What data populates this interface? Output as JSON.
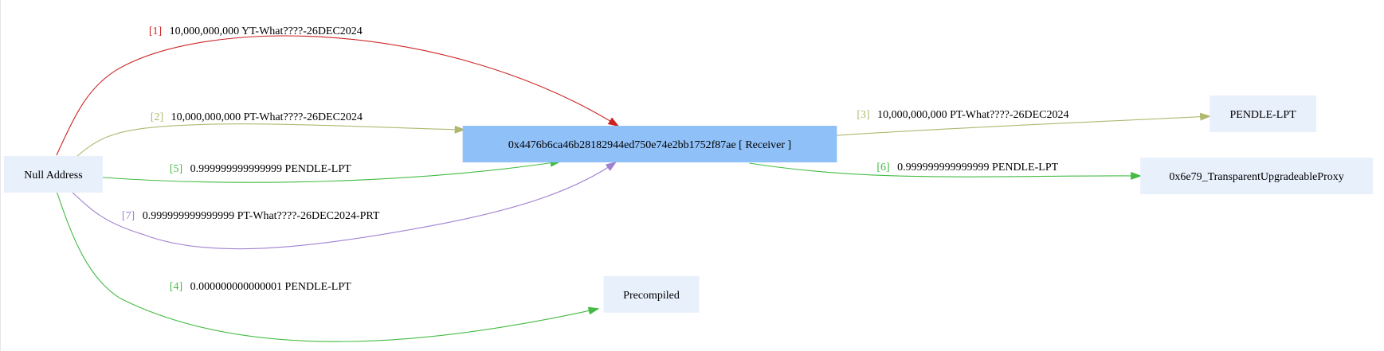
{
  "colors": {
    "node_fill": "#e8f0fc",
    "receiver_fill": "#90c0f8",
    "red": "#cc2222",
    "olive": "#b0b870",
    "green": "#44bb44",
    "purple": "#a080d0"
  },
  "nodes": {
    "null_address": {
      "label": "Null Address"
    },
    "receiver": {
      "label": "0x4476b6ca46b28182944ed750e74e2bb1752f87ae [ Receiver ]"
    },
    "pendle_lpt": {
      "label": "PENDLE-LPT"
    },
    "proxy": {
      "label": "0x6e79_TransparentUpgradeableProxy"
    },
    "precompiled": {
      "label": "Precompiled"
    }
  },
  "edges": [
    {
      "id": "1",
      "tag": "[1]",
      "text": "10,000,000,000 YT-What????-26DEC2024",
      "color": "#cc2222",
      "from": "null_address",
      "to": "receiver"
    },
    {
      "id": "2",
      "tag": "[2]",
      "text": "10,000,000,000 PT-What????-26DEC2024",
      "color": "#b0b870",
      "from": "null_address",
      "to": "receiver"
    },
    {
      "id": "3",
      "tag": "[3]",
      "text": "10,000,000,000 PT-What????-26DEC2024",
      "color": "#b0b870",
      "from": "receiver",
      "to": "pendle_lpt"
    },
    {
      "id": "4",
      "tag": "[4]",
      "text": "0.000000000000001 PENDLE-LPT",
      "color": "#44bb44",
      "from": "null_address",
      "to": "precompiled"
    },
    {
      "id": "5",
      "tag": "[5]",
      "text": "0.999999999999999 PENDLE-LPT",
      "color": "#44bb44",
      "from": "null_address",
      "to": "receiver"
    },
    {
      "id": "6",
      "tag": "[6]",
      "text": "0.999999999999999 PENDLE-LPT",
      "color": "#44bb44",
      "from": "receiver",
      "to": "proxy"
    },
    {
      "id": "7",
      "tag": "[7]",
      "text": "0.999999999999999 PT-What????-26DEC2024-PRT",
      "color": "#a080d0",
      "from": "null_address",
      "to": "receiver"
    }
  ]
}
